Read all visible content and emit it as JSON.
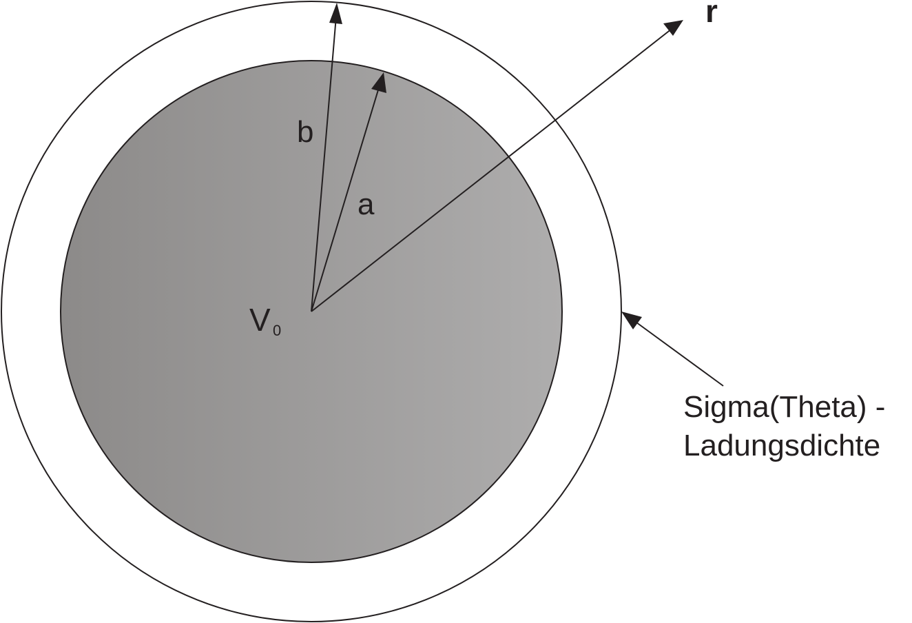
{
  "diagram": {
    "labels": {
      "b": "b",
      "a": "a",
      "r": "r",
      "v": "V",
      "v_sub": "0",
      "sigma_line1": "Sigma(Theta) -",
      "sigma_line2": "Ladungsdichte"
    },
    "colors": {
      "stroke": "#231f20",
      "inner_fill_left": "#8c8a89",
      "inner_fill_right": "#aeadad",
      "outer_fill": "#ffffff"
    }
  }
}
